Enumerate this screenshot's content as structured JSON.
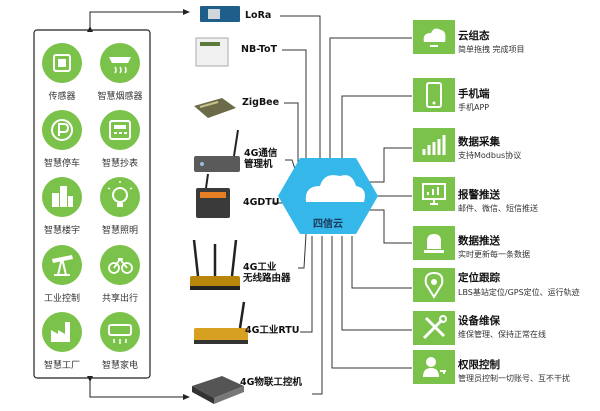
{
  "cloud": {
    "label": "四信云",
    "color": "#35b7ea"
  },
  "colors": {
    "accent_green": "#7bc24a",
    "line": "#333333"
  },
  "applications": [
    {
      "label": "传感器",
      "icon": "sensor-chip-icon"
    },
    {
      "label": "智慧烟感器",
      "icon": "smoke-detector-icon"
    },
    {
      "label": "智慧停车",
      "icon": "parking-icon"
    },
    {
      "label": "智慧抄表",
      "icon": "meter-reading-icon"
    },
    {
      "label": "智慧楼宇",
      "icon": "building-icon"
    },
    {
      "label": "智慧照明",
      "icon": "light-bulb-icon"
    },
    {
      "label": "工业控制",
      "icon": "oil-pump-icon"
    },
    {
      "label": "共享出行",
      "icon": "bicycle-icon"
    },
    {
      "label": "智慧工厂",
      "icon": "factory-icon"
    },
    {
      "label": "智慧家电",
      "icon": "air-conditioner-icon"
    }
  ],
  "devices": [
    {
      "label": "LoRa",
      "icon": "lora-module-icon"
    },
    {
      "label": "NB-ToT",
      "icon": "nb-module-icon"
    },
    {
      "label": "ZigBee",
      "icon": "zigbee-module-icon"
    },
    {
      "label": "4G通信\n管理机",
      "icon": "comm-manager-icon"
    },
    {
      "label": "4GDTU",
      "icon": "dtu-icon"
    },
    {
      "label": "4G工业\n无线路由器",
      "icon": "router-icon"
    },
    {
      "label": "4G工业RTU",
      "icon": "rtu-icon"
    },
    {
      "label": "4G物联工控机",
      "icon": "industrial-pc-icon"
    }
  ],
  "capabilities": [
    {
      "title": "云组态",
      "desc": "简单拖拽 完成项目",
      "icon": "cloud-config-icon"
    },
    {
      "title": "手机端",
      "desc": "手机APP",
      "icon": "smartphone-icon"
    },
    {
      "title": "数据采集",
      "desc": "支持Modbus协议",
      "icon": "bar-chart-icon"
    },
    {
      "title": "报警推送",
      "desc": "邮件、微信、短信推送",
      "icon": "monitor-chart-icon"
    },
    {
      "title": "数据推送",
      "desc": "实时更新每一条数据",
      "icon": "alarm-light-icon"
    },
    {
      "title": "定位跟踪",
      "desc": "LBS基站定位/GPS定位、运行轨迹",
      "icon": "location-pin-icon"
    },
    {
      "title": "设备维保",
      "desc": "维保管理、保持正常在线",
      "icon": "tools-icon"
    },
    {
      "title": "权限控制",
      "desc": "管理员控制一切账号、互不干扰",
      "icon": "user-key-icon"
    }
  ]
}
